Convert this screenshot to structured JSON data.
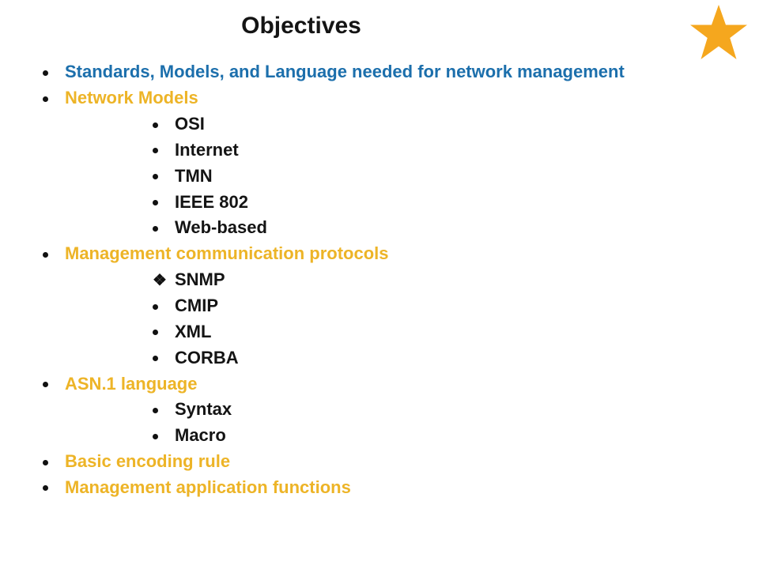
{
  "slide": {
    "title": "Objectives",
    "colors": {
      "accent_blue": "#1C6FAC",
      "accent_gold": "#EDB427",
      "text_black": "#141414",
      "star_gold": "#F5A71E"
    },
    "icons": {
      "star": "star-icon",
      "dot_bullet": "dot-bullet-icon",
      "diamond_bullet": "diamond-bullet-icon",
      "diamond_glyph": "❖"
    },
    "bullets": [
      {
        "text": "Standards, Models, and Language needed for network management",
        "level": 1,
        "color": "blue",
        "bullet": "dot"
      },
      {
        "text": "Network Models",
        "level": 1,
        "color": "gold",
        "bullet": "dot"
      },
      {
        "text": "OSI",
        "level": 2,
        "color": "black",
        "bullet": "dot"
      },
      {
        "text": "Internet",
        "level": 2,
        "color": "black",
        "bullet": "dot"
      },
      {
        "text": "TMN",
        "level": 2,
        "color": "black",
        "bullet": "dot"
      },
      {
        "text": "IEEE 802",
        "level": 2,
        "color": "black",
        "bullet": "dot"
      },
      {
        "text": "Web-based",
        "level": 2,
        "color": "black",
        "bullet": "dot"
      },
      {
        "text": "Management communication protocols",
        "level": 1,
        "color": "gold",
        "bullet": "dot"
      },
      {
        "text": "SNMP",
        "level": 2,
        "color": "black",
        "bullet": "diamond"
      },
      {
        "text": "CMIP",
        "level": 2,
        "color": "black",
        "bullet": "dot"
      },
      {
        "text": "XML",
        "level": 2,
        "color": "black",
        "bullet": "dot"
      },
      {
        "text": "CORBA",
        "level": 2,
        "color": "black",
        "bullet": "dot"
      },
      {
        "text": "ASN.1 language",
        "level": 1,
        "color": "gold",
        "bullet": "dot"
      },
      {
        "text": "Syntax",
        "level": 2,
        "color": "black",
        "bullet": "dot"
      },
      {
        "text": "Macro",
        "level": 2,
        "color": "black",
        "bullet": "dot"
      },
      {
        "text": "Basic encoding rule",
        "level": 1,
        "color": "gold",
        "bullet": "dot"
      },
      {
        "text": "Management application functions",
        "level": 1,
        "color": "gold",
        "bullet": "dot"
      }
    ]
  }
}
